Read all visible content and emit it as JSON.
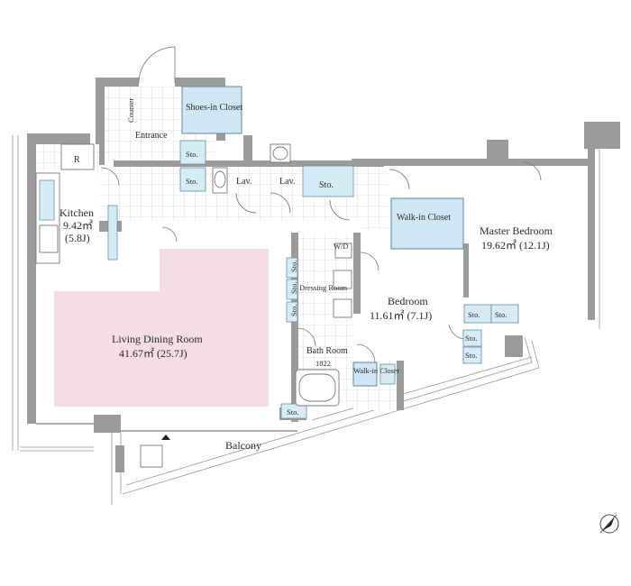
{
  "rooms": {
    "shoes_closet": "Shoes-in Closet",
    "counter": "Counter",
    "entrance": "Entrance",
    "kitchen": {
      "name": "Kitchen",
      "area": "9.42㎡",
      "jo": "(5.8J)"
    },
    "fridge": "R",
    "lav1": "Lav.",
    "lav2": "Lav.",
    "walkin_top": "Walk-in Closet",
    "master": {
      "name": "Master Bedroom",
      "area_jo": "19.62㎡ (12.1J)"
    },
    "wd": "W/D",
    "dressing": "Dressing Room",
    "bedroom": {
      "name": "Bedroom",
      "area_jo": "11.61㎡ (7.1J)"
    },
    "ldr": {
      "name": "Living Dining Room",
      "area_jo": "41.67㎡ (25.7J)"
    },
    "bath": {
      "name": "Bath Room",
      "code": "1822"
    },
    "walkin_small": "Walk-in Closet",
    "balcony": "Balcony"
  },
  "storage_label": "Sto.",
  "compass_icon": "north-arrow-icon",
  "colors": {
    "living_highlight": "#f4dde6",
    "storage_fill": "#d6ecf7",
    "wall": "#9b9b9b"
  }
}
